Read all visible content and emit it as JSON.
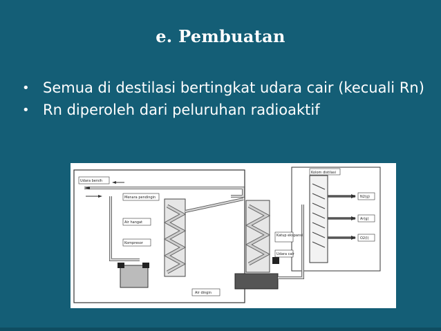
{
  "slide": {
    "title": "e. Pembuatan",
    "bullets": [
      {
        "text": "Semua di destilasi bertingkat udara cair (kecuali Rn)"
      },
      {
        "text": "Rn diperoleh dari peluruhan radioaktif"
      }
    ]
  },
  "diagram": {
    "labels": {
      "udara_bersih": "Udara bersih",
      "menara_pendingin": "Menara pendingin",
      "air_hangat": "Air hangat",
      "kompresor": "Kompresor",
      "air_dingin": "Air dingin",
      "katup_ekspansi": "Katup ekspansi",
      "udara_cair": "Udara cair",
      "kolom_distilasi": "Kolom distilasi",
      "n2": "N2(g)",
      "ar": "Ar(g)",
      "o2": "O2(l)"
    }
  },
  "colors": {
    "background": "#145e76",
    "text": "#ffffff",
    "pipe_fill": "#d6d6d6",
    "pipe_stroke": "#333333"
  }
}
